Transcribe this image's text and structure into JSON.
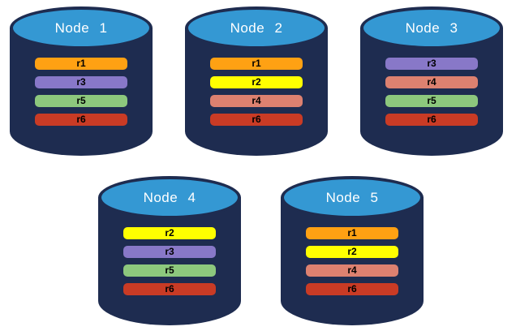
{
  "diagram": {
    "background_color": "#ffffff",
    "cylinder": {
      "body_color": "#1e2c50",
      "top_color": "#3498d3",
      "title_color": "#ffffff",
      "bar_label_color": "#000000"
    },
    "replica_colors": {
      "r1": "#ffa113",
      "r2": "#ffff00",
      "r3": "#8878c8",
      "r4": "#dd8170",
      "r5": "#8dc87d",
      "r6": "#c93b25"
    },
    "nodes": [
      {
        "title": "Node 1",
        "replicas": [
          "r1",
          "r3",
          "r5",
          "r6"
        ]
      },
      {
        "title": "Node 2",
        "replicas": [
          "r1",
          "r2",
          "r4",
          "r6"
        ]
      },
      {
        "title": "Node 3",
        "replicas": [
          "r3",
          "r4",
          "r5",
          "r6"
        ]
      },
      {
        "title": "Node 4",
        "replicas": [
          "r2",
          "r3",
          "r5",
          "r6"
        ]
      },
      {
        "title": "Node 5",
        "replicas": [
          "r1",
          "r2",
          "r4",
          "r6"
        ]
      }
    ]
  }
}
